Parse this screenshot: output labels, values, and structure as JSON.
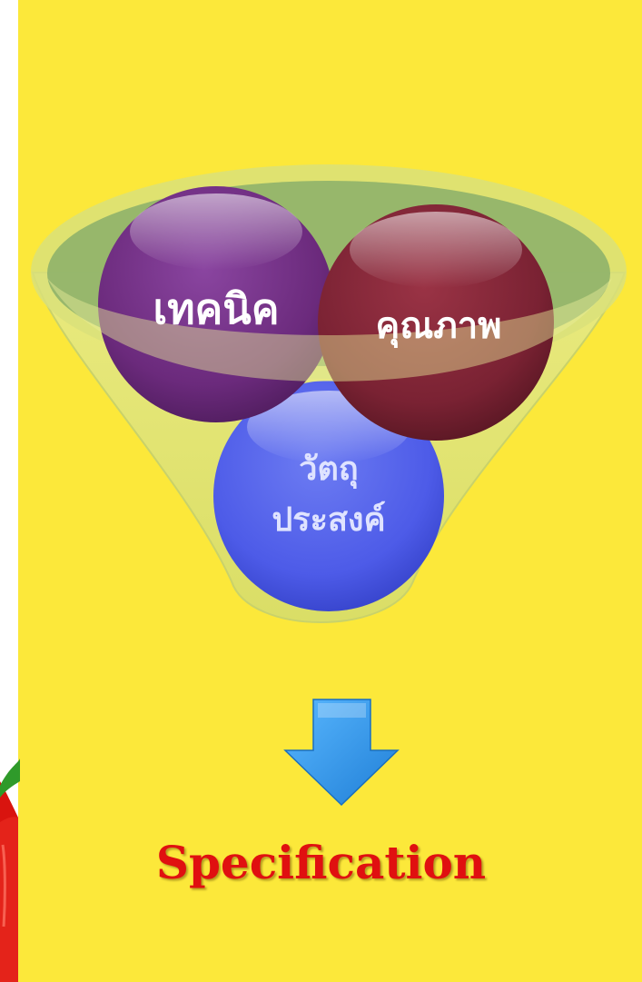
{
  "slide": {
    "background_color": "#FCE83A",
    "accent_colors": {
      "funnel_glass": "#D9E07A",
      "circle_technique": "#6E2C7E",
      "circle_quality": "#7A2232",
      "circle_objective": "#4F5FEA",
      "arrow": "#2F98F0",
      "title": "#E01010"
    }
  },
  "diagram": {
    "circles": [
      {
        "label": "เทคนิค"
      },
      {
        "label": "คุณภาพ"
      },
      {
        "label_line1": "วัตถุ",
        "label_line2": "ประสงค์"
      }
    ],
    "arrow_icon": "down-arrow-icon",
    "decoration": "red-fruit-with-green-leaf"
  },
  "title": "Specification"
}
